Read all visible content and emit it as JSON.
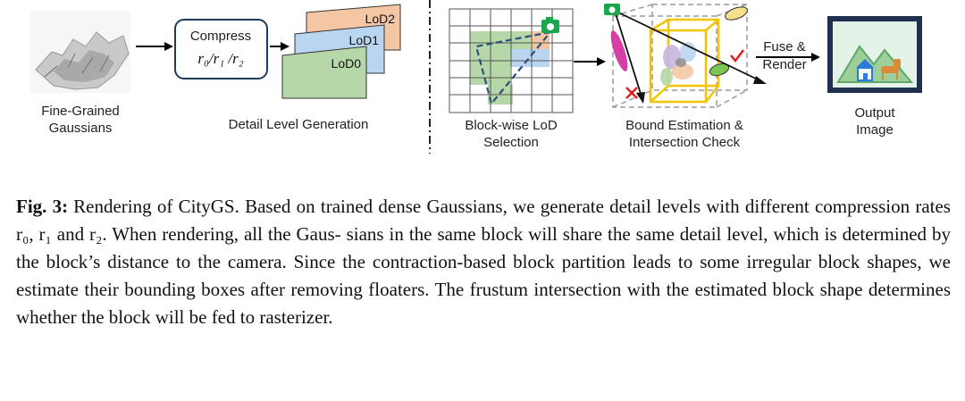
{
  "figure": {
    "stage1_label": [
      "Fine-Grained",
      "Gaussians"
    ],
    "compress_box": {
      "title": "Compress",
      "rates": "r₀/r₁ /r₂"
    },
    "lod_labels": [
      "LoD2",
      "LoD1",
      "LoD0"
    ],
    "stage2_label": "Detail Level Generation",
    "stage3_label": [
      "Block-wise LoD",
      "Selection"
    ],
    "stage4_label": [
      "Bound Estimation &",
      "Intersection Check"
    ],
    "fuse_label": [
      "Fuse &",
      "Render"
    ],
    "output_label": [
      "Output",
      "Image"
    ]
  },
  "caption": {
    "label": "Fig. 3:",
    "text_lines": [
      "Rendering of CityGS. Based on trained dense Gaussians, we generate detail",
      "levels with different compression rates r₀, r₁ and r₂. When rendering, all the Gaus-",
      "sians in the same block will share the same detail level, which is determined by the",
      "block’s distance to the camera. Since the contraction-based block partition leads to",
      "some irregular block shapes, we estimate their bounding boxes after removing floaters.",
      "The frustum intersection with the estimated block shape determines whether the block",
      "will be fed to rasterizer."
    ]
  },
  "colors": {
    "lod2": "#f4c6a4",
    "lod1": "#b9d5ef",
    "lod0": "#b6d7a8",
    "box_border": "#1f3a5f",
    "camera": "#1aa64b",
    "bbox_yellow": "#f5c400",
    "frustum_pink": "#d63fa6",
    "check_red": "#e02020",
    "output_frame": "#1f2f4f",
    "output_bg": "#e4f3e7"
  }
}
